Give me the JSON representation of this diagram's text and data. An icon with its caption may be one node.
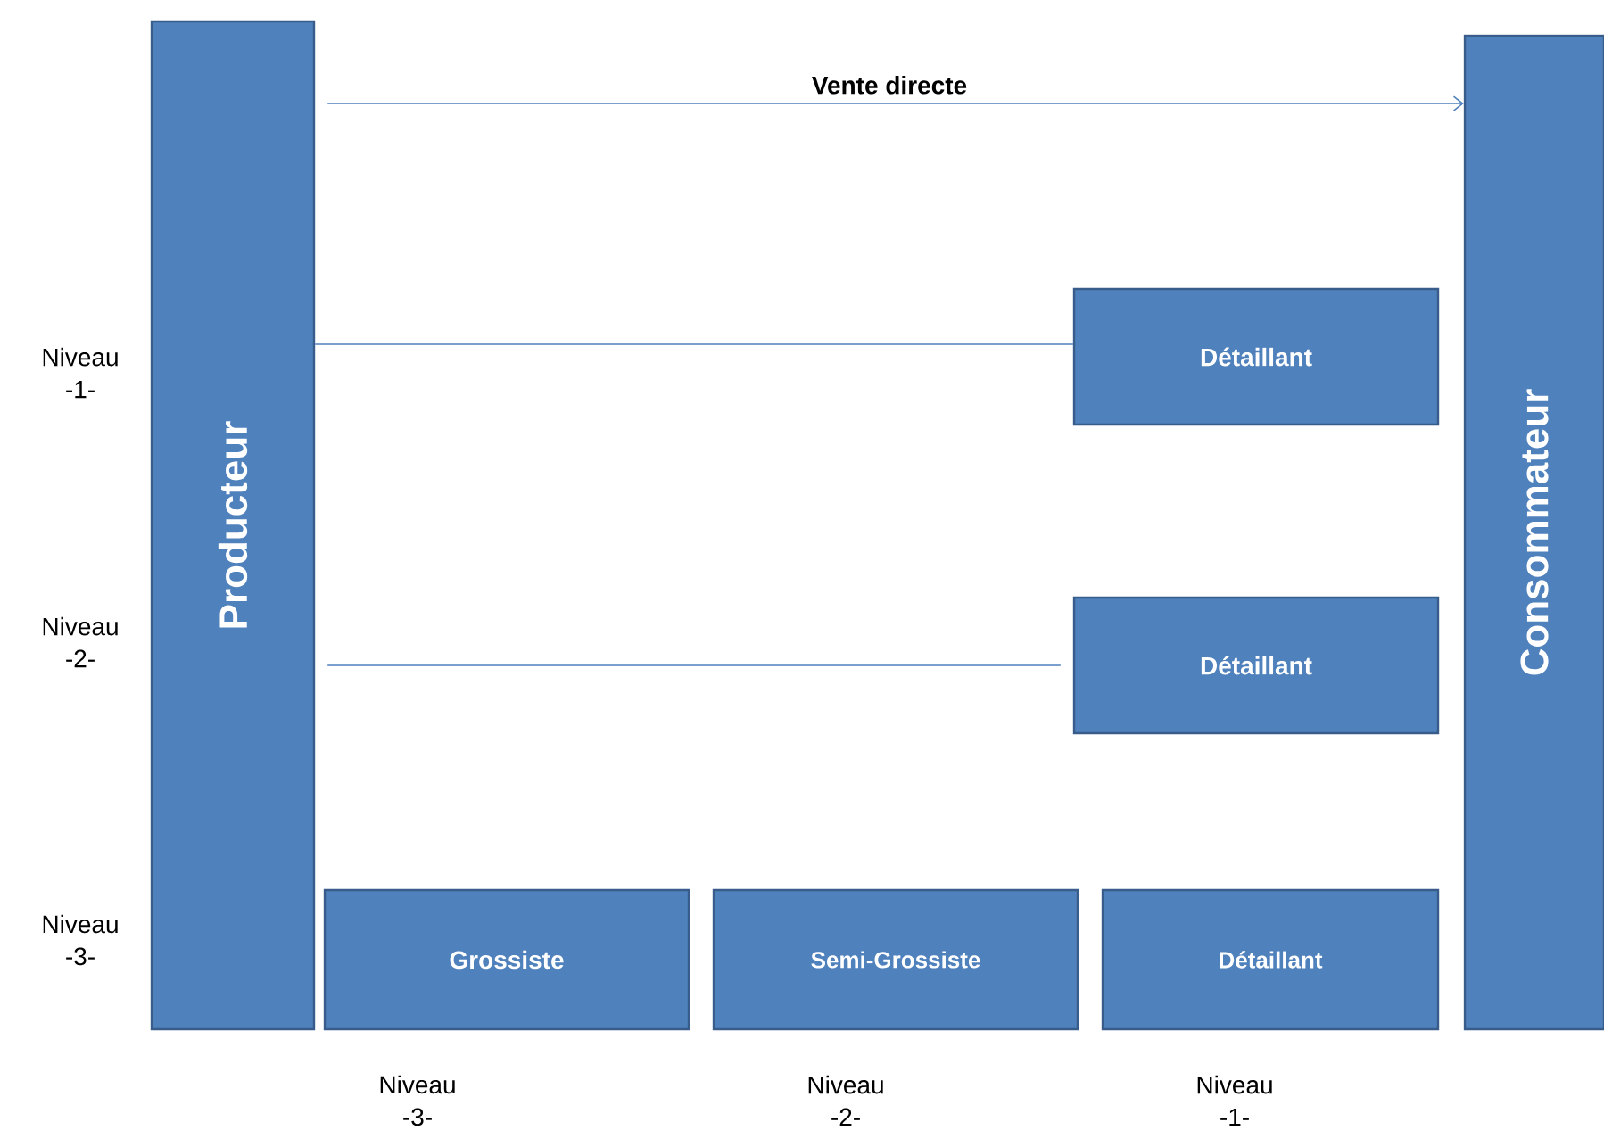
{
  "diagram": {
    "nodes": [
      {
        "text": [
          "Producteur"
        ]
      },
      {
        "text": [
          "Consommateur"
        ]
      },
      {
        "text": [
          "Détaillant"
        ]
      },
      {
        "text": [
          "Détaillant"
        ]
      },
      {
        "text": [
          "Grossiste"
        ]
      },
      {
        "text": [
          "Semi-Grossiste"
        ]
      },
      {
        "text": [
          "Détaillant"
        ]
      }
    ],
    "edges": [
      {
        "from": 0,
        "to": 1,
        "arrow": "to",
        "label": "Vente directe"
      },
      {
        "from": 0,
        "to": 2,
        "arrow": "none"
      },
      {
        "from": 0,
        "to": 3,
        "arrow": "none"
      }
    ],
    "labels": [
      "Niveau -1-",
      "Niveau -2-",
      "Niveau -3-",
      "Niveau -3-",
      "Niveau -2-",
      "Niveau -1-"
    ]
  }
}
